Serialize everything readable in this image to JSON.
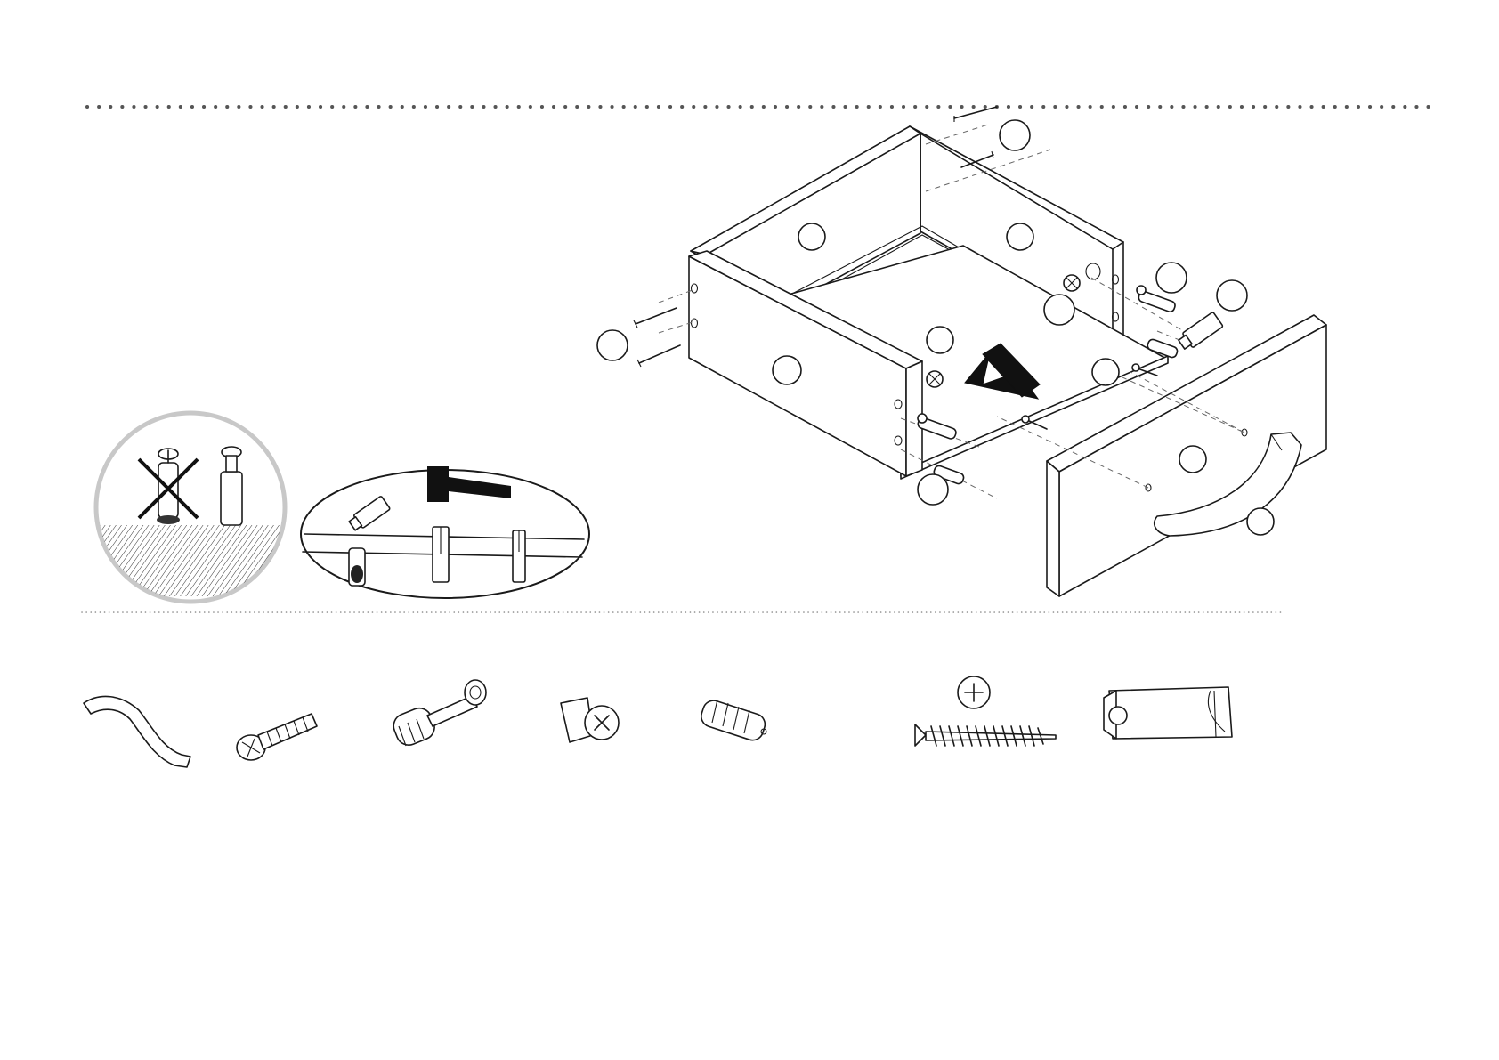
{
  "sheet": {
    "callout_labels": [],
    "parts": [
      {
        "id": "handle",
        "icon": "handle-icon"
      },
      {
        "id": "handle-bolt",
        "icon": "bolt-icon"
      },
      {
        "id": "cam-bolt",
        "icon": "cam-bolt-icon"
      },
      {
        "id": "cam-lock",
        "icon": "cam-lock-icon"
      },
      {
        "id": "wood-dowel",
        "icon": "dowel-icon"
      },
      {
        "id": "wood-screw",
        "icon": "screw-icon"
      },
      {
        "id": "glue-tube",
        "icon": "glue-icon"
      }
    ],
    "colors": {
      "line": "#1a1a1a",
      "circle-gray": "#c8c8c8",
      "dotted-rule": "#777777"
    }
  }
}
